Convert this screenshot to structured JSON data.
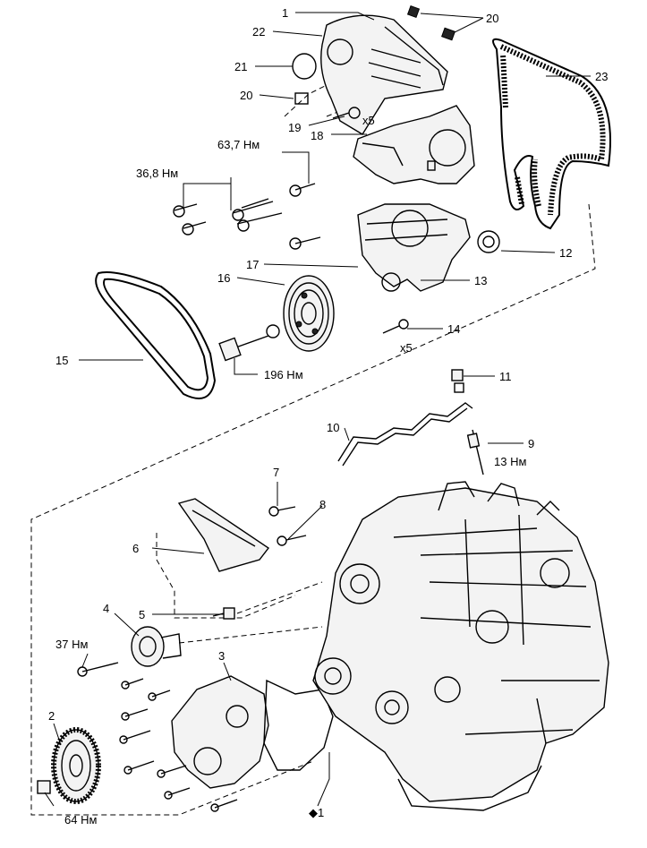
{
  "callouts": {
    "c1": "1",
    "c2": "2",
    "c3": "3",
    "c4": "4",
    "c5": "5",
    "c6": "6",
    "c7": "7",
    "c8": "8",
    "c9": "9",
    "c10": "10",
    "c11": "11",
    "c12": "12",
    "c13": "13",
    "c14": "14",
    "c15": "15",
    "c16": "16",
    "c17": "17",
    "c18": "18",
    "c19": "19",
    "c20a": "20",
    "c20b": "20",
    "c21": "21",
    "c22": "22",
    "c23": "23",
    "c1b": "◆1"
  },
  "torques": {
    "t637": "63,7 Нм",
    "t368": "36,8 Нм",
    "t196": "196 Нм",
    "t13": "13 Нм",
    "t37": "37 Нм",
    "t64": "64 Нм"
  },
  "quantities": {
    "q19": "x5",
    "q14": "x5"
  }
}
